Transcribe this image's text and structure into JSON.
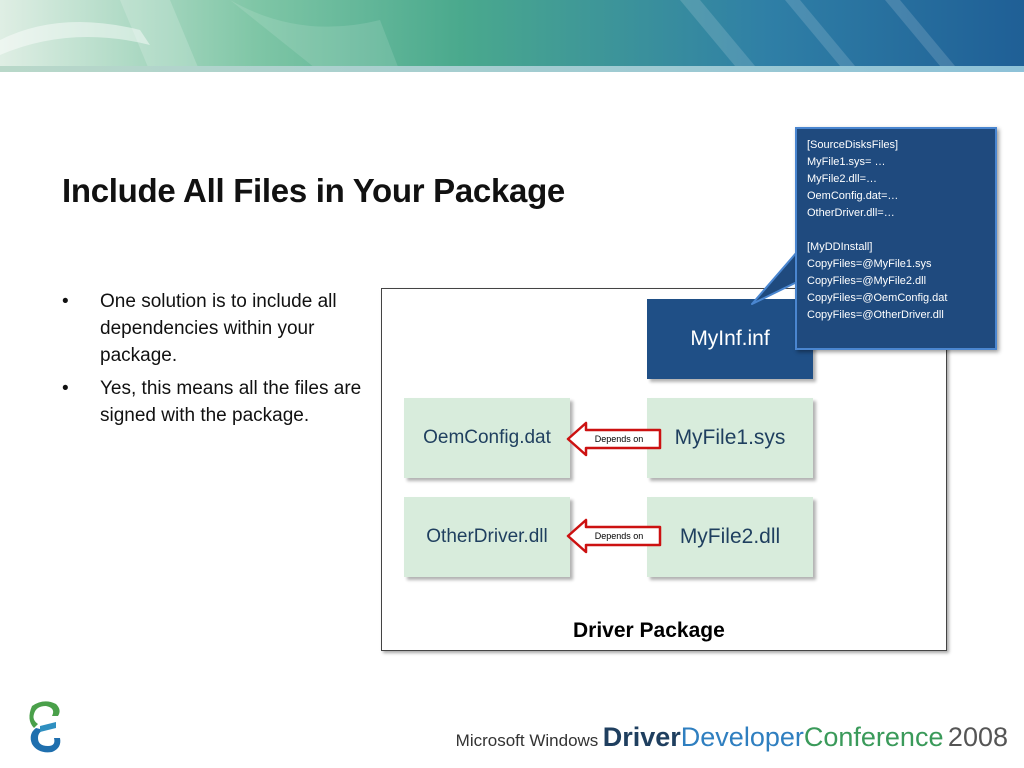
{
  "slide": {
    "title": "Include All Files in Your Package",
    "bullets": [
      {
        "marker": "•",
        "text": "One solution is to include all dependencies within your package."
      },
      {
        "marker": "•",
        "text": "Yes, this means all the files are signed with the package."
      }
    ]
  },
  "diagram": {
    "inf_file": "MyInf.inf",
    "files": {
      "oemconfig": "OemConfig.dat",
      "myfile1": "MyFile1.sys",
      "otherdriver": "OtherDriver.dll",
      "myfile2": "MyFile2.dll"
    },
    "arrow_label_1": "Depends on",
    "arrow_label_2": "Depends on",
    "package_label": "Driver Package",
    "colors": {
      "file_box": "#d8ecdc",
      "inf_box": "#1f4f86",
      "arrow_outline": "#cc1111",
      "callout": "#1f4a7e"
    }
  },
  "callout": {
    "lines": [
      "[SourceDisksFiles]",
      "MyFile1.sys= …",
      "MyFile2.dll=…",
      "OemConfig.dat=…",
      "OtherDriver.dll=…",
      "",
      "[MyDDInstall]",
      "CopyFiles=@MyFile1.sys",
      "CopyFiles=@MyFile2.dll",
      "CopyFiles=@OemConfig.dat",
      "CopyFiles=@OtherDriver.dll"
    ]
  },
  "footer": {
    "microsoft_windows": "Microsoft Windows",
    "driver": "Driver",
    "developer": "Developer",
    "conference": "Conference",
    "year": "2008",
    "logo_icon": "conference-logo-icon"
  }
}
